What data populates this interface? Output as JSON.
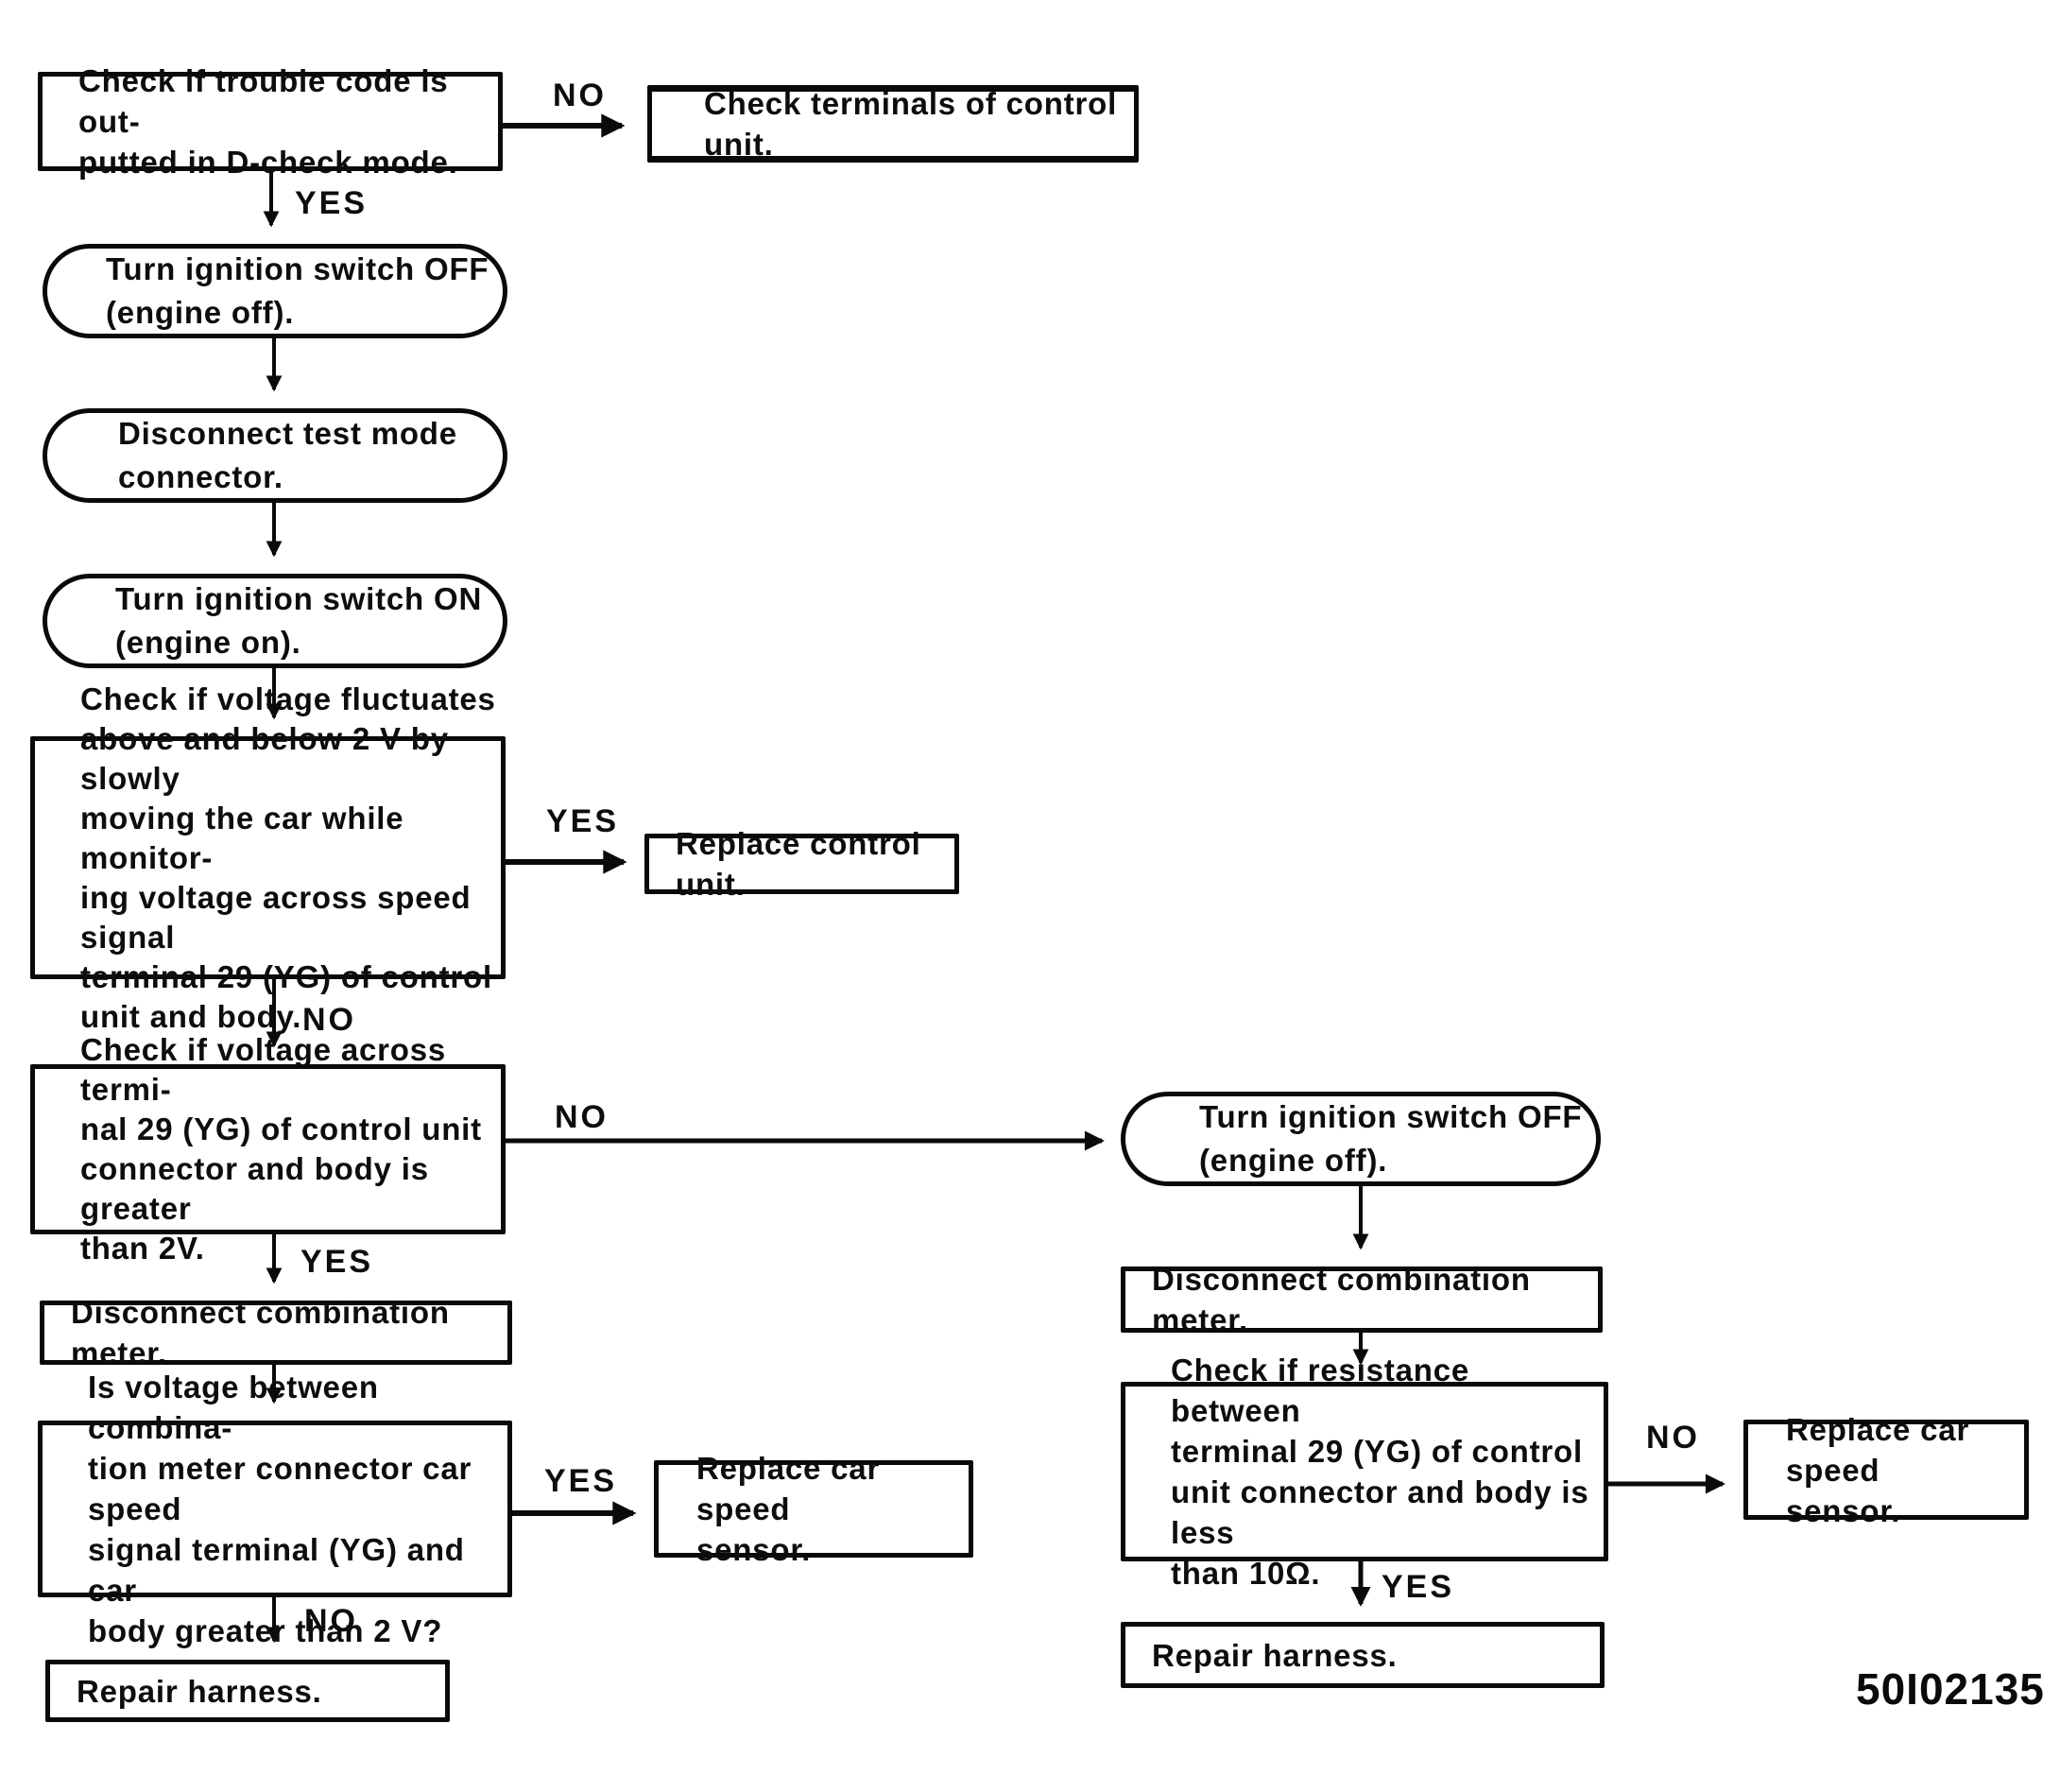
{
  "figure": {
    "id_code": "50I02135"
  },
  "nodes": {
    "check_trouble_code": {
      "text": "Check if trouble code is out-\nputted in D-check mode."
    },
    "check_terminals": {
      "text": "Check terminals of control unit."
    },
    "ignition_off_left": {
      "text": "Turn ignition switch OFF\n(engine off)."
    },
    "disconnect_test_mode": {
      "text": "Disconnect test mode\nconnector."
    },
    "ignition_on": {
      "text": "Turn ignition switch ON\n(engine on)."
    },
    "check_voltage_fluctuates": {
      "text": "Check if voltage fluctuates\nabove and below 2 V by slowly\nmoving the car while monitor-\ning voltage across speed signal\nterminal 29 (YG) of control\nunit and body."
    },
    "replace_control_unit": {
      "text": "Replace control unit."
    },
    "check_voltage_terminal": {
      "text": "Check if voltage across termi-\nnal 29 (YG) of control unit\nconnector and body is greater\nthan 2V."
    },
    "disconnect_combination_meter_left": {
      "text": "Disconnect combination meter."
    },
    "voltage_combination_meter": {
      "text": "Is voltage between combina-\ntion meter connector car speed\nsignal terminal (YG) and car\nbody greater than 2 V?"
    },
    "replace_car_speed_sensor_mid": {
      "text": "Replace car speed\nsensor."
    },
    "repair_harness_left": {
      "text": "Repair harness."
    },
    "ignition_off_right": {
      "text": "Turn ignition switch OFF\n(engine off)."
    },
    "disconnect_combination_meter_right": {
      "text": "Disconnect combination meter."
    },
    "check_resistance": {
      "text": "Check if resistance between\nterminal 29 (YG) of control\nunit connector and body is less\nthan 10Ω."
    },
    "replace_car_speed_sensor_right": {
      "text": "Replace car speed\nsensor."
    },
    "repair_harness_right": {
      "text": "Repair harness."
    }
  },
  "edge_labels": {
    "trouble_no": "NO",
    "trouble_yes": "YES",
    "fluctuates_yes": "YES",
    "fluctuates_no": "NO",
    "terminal_no": "NO",
    "terminal_yes": "YES",
    "meter_yes": "YES",
    "meter_no": "NO",
    "resistance_no": "NO",
    "resistance_yes": "YES"
  }
}
